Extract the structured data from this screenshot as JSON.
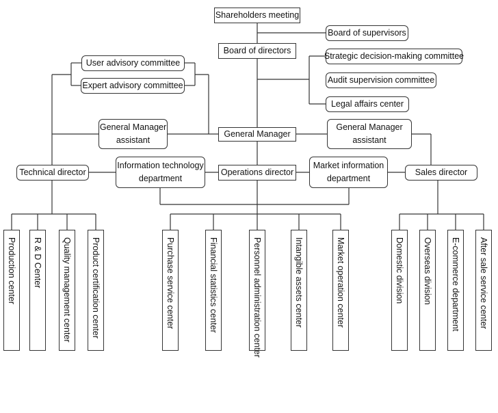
{
  "nodes": {
    "shareholders": "Shareholders meeting",
    "supervisors": "Board of supervisors",
    "board": "Board of directors",
    "strategic": "Strategic decision-making committee",
    "audit": "Audit supervision committee",
    "legal": "Legal affairs center",
    "user_advisory": "User advisory committee",
    "expert_advisory": "Expert advisory committee",
    "gm": "General Manager",
    "gma_left": [
      "General Manager",
      "assistant"
    ],
    "gma_right": [
      "General Manager",
      "assistant"
    ],
    "technical": "Technical director",
    "it_dept": [
      "Information technology",
      "department"
    ],
    "operations": "Operations director",
    "market_info": [
      "Market information",
      "department"
    ],
    "sales": "Sales director"
  },
  "technical_centers": [
    "Production center",
    "R & D Center",
    "Quality management center",
    "Product certification center"
  ],
  "operations_centers": [
    "Purchase service center",
    "Financial statistics center",
    "Personnel administration center",
    "Intangible assets center",
    "Market operation center"
  ],
  "sales_centers": [
    "Domestic division",
    "Overseas division",
    "E-commerce department",
    "After sale service center"
  ]
}
